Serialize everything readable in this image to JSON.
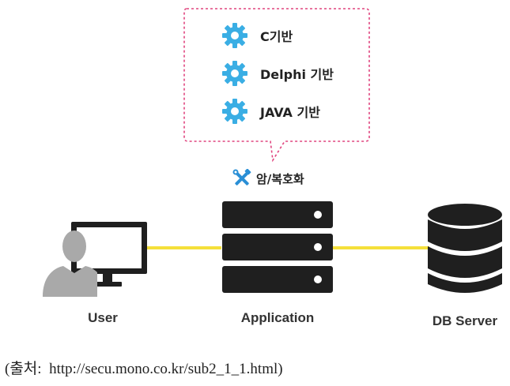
{
  "bubble": {
    "items": [
      {
        "label": "C기반"
      },
      {
        "label": "Delphi 기반"
      },
      {
        "label": "JAVA 기반"
      }
    ]
  },
  "encryption": {
    "label": "암/복호화",
    "icon": "tools-icon"
  },
  "nodes": {
    "user": {
      "label": "User"
    },
    "application": {
      "label": "Application"
    },
    "db": {
      "label": "DB Server"
    }
  },
  "source": "(출처:  http://secu.mono.co.kr/sub2_1_1.html)",
  "colors": {
    "gear": "#3aaee4",
    "bubble_border": "#e0457f",
    "connector": "#f5e03a",
    "server": "#1f1f1f",
    "user_silhouette": "#a9a9a9"
  }
}
